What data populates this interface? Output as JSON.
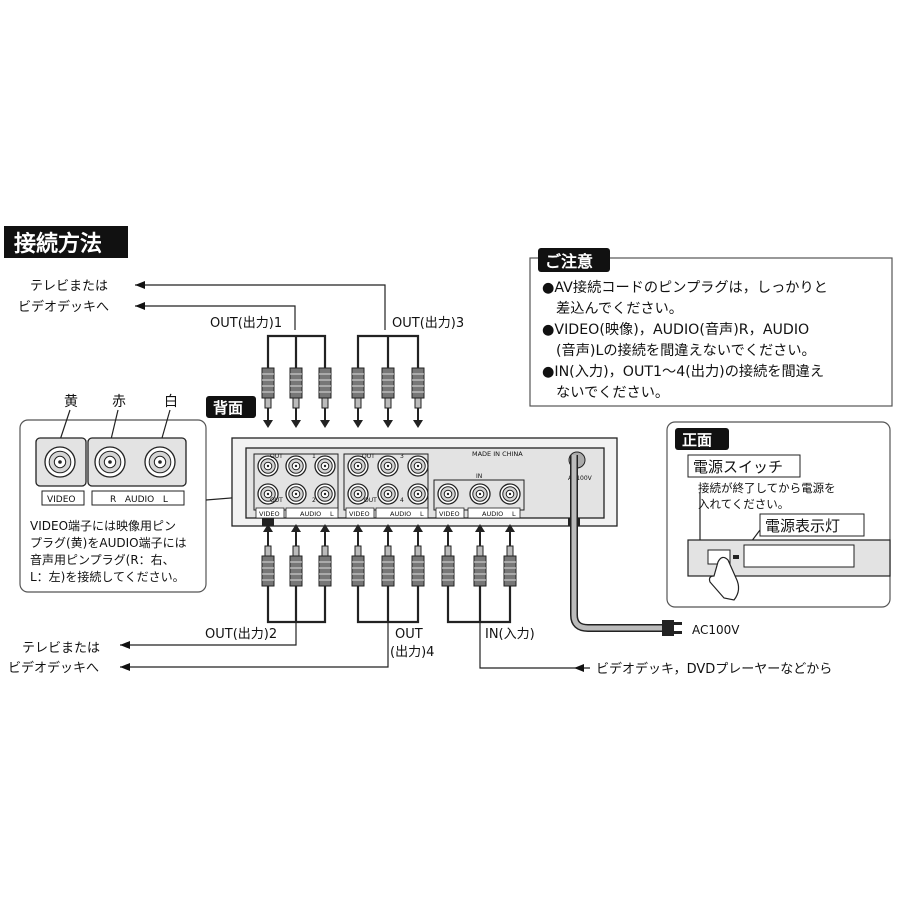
{
  "title": "接続方法",
  "rear_label": "背面",
  "front_label": "正面",
  "caution": {
    "heading": "ご注意",
    "lines": [
      "●AV接続コードのピンプラグは，しっかりと",
      "差込んでください。",
      "●VIDEO(映像)，AUDIO(音声)R，AUDIO",
      "(音声)Lの接続を間違えないでください。",
      "●IN(入力)，OUT1〜4(出力)の接続を間違え",
      "ないでください。"
    ]
  },
  "to_tv_top": [
    "テレビまたは",
    "ビデオデッキへ"
  ],
  "to_tv_bottom": [
    "テレビまたは",
    "ビデオデッキへ"
  ],
  "out1": "OUT(出力)1",
  "out2": "OUT(出力)2",
  "out3": "OUT(出力)3",
  "out4": [
    "OUT",
    "(出力)4"
  ],
  "in_label": "IN(入力)",
  "source_label": "ビデオデッキ，DVDプレーヤーなどから",
  "ac_label": "AC100V",
  "made_in": "MADE IN CHINA",
  "panel_ac": "AC100V",
  "color_legend": {
    "yellow": "黄",
    "red": "赤",
    "white": "白",
    "video_tag": "VIDEO",
    "audio_tag": "R   AUDIO   L",
    "note": [
      "VIDEO端子には映像用ピン",
      "プラグ(黄)をAUDIO端子には",
      "音声用ピンプラグ(R：右、",
      "L：左)を接続してください。"
    ]
  },
  "panel_tags": {
    "video": "VIDEO",
    "audio": "AUDIO",
    "l": "L"
  },
  "jack_labels": {
    "out": "OUT",
    "in": "IN",
    "n1": "1",
    "n2": "2",
    "n3": "3",
    "n4": "4"
  },
  "front": {
    "power_switch": "電源スイッチ",
    "power_note": [
      "接続が終了してから電源を",
      "入れてください。"
    ],
    "power_lamp": "電源表示灯"
  },
  "colors": {
    "ink": "#111111",
    "panel": "#e3e3e3",
    "plug": "#777777"
  }
}
